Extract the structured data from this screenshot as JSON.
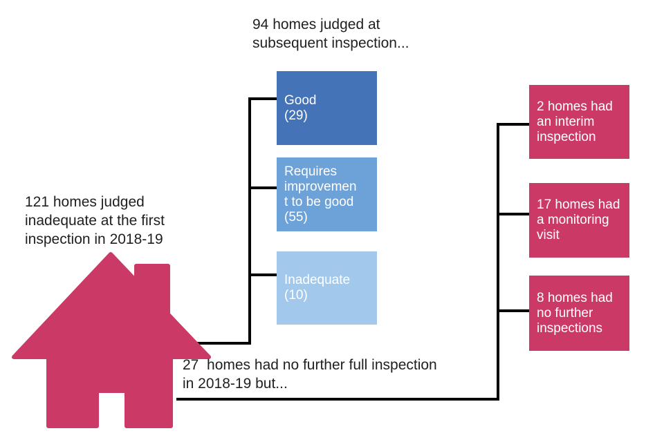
{
  "heading": {
    "text": "94 homes judged at\nsubsequent inspection...",
    "homes_total": 94
  },
  "first_inspection": {
    "text": "121 homes judged\ninadequate at the first\ninspection in 2018-19",
    "homes_total": 121,
    "year": "2018-19"
  },
  "no_further_inspection": {
    "text": "27  homes had no further full inspection\nin 2018-19 but...",
    "homes_total": 27
  },
  "outcomes": {
    "boxes": [
      {
        "label": "Good\n(29)",
        "rating": "Good",
        "homes": 29,
        "color": "#4573b7"
      },
      {
        "label": "Requires\nimprovemen\nt to be good\n(55)",
        "rating": "Requires improvement to be good",
        "homes": 55,
        "color": "#6da2d9"
      },
      {
        "label": "Inadequate\n(10)",
        "rating": "Inadequate",
        "homes": 10,
        "color": "#a2c9ec"
      }
    ]
  },
  "followups": {
    "boxes": [
      {
        "label": "2 homes had\nan interim\ninspection",
        "homes": 2,
        "color": "#cb3a67"
      },
      {
        "label": "17 homes had\na monitoring\nvisit",
        "homes": 17,
        "color": "#cb3a67"
      },
      {
        "label": "8 homes had\nno further\ninspections",
        "homes": 8,
        "color": "#cb3a67"
      }
    ]
  },
  "colors": {
    "house": "#cb3a67",
    "connector_line": "#000000",
    "text": "#1f1f1f",
    "box_text": "#ffffff"
  }
}
